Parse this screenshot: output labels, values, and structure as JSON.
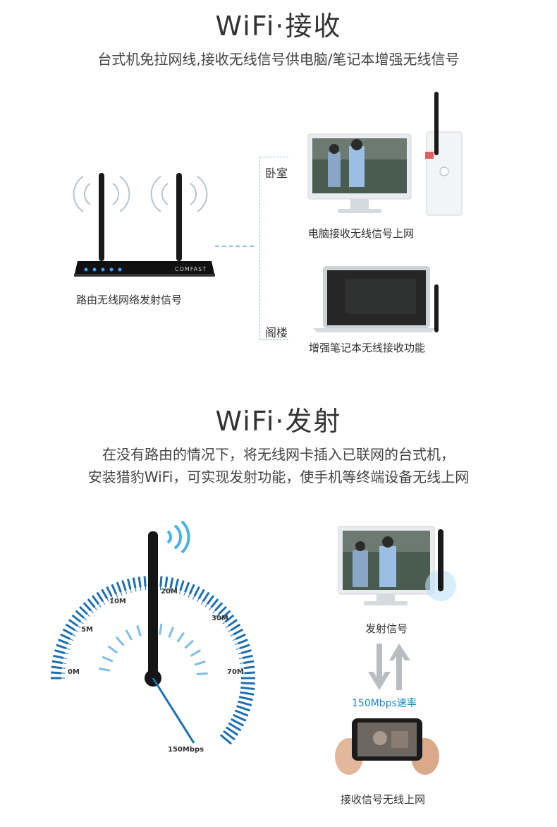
{
  "section1": {
    "title": "WiFi·接收",
    "subtitle": "台式机免拉网线,接收无线信号供电脑/笔记本增强无线信号",
    "router_caption": "路由无线网络发射信号",
    "router_brand": "COMFAST",
    "room1": "卧室",
    "room2": "阁楼",
    "pc_caption": "电脑接收无线信号上网",
    "laptop_caption": "增强笔记本无线接收功能"
  },
  "section2": {
    "title": "WiFi·发射",
    "line1": "在没有路由的情况下，将无线网卡插入已联网的台式机，",
    "line2": "安装猎豹WiFi，可实现发射功能，使手机等终端设备无线上网",
    "speed_labels": [
      "0M",
      "5M",
      "10M",
      "20M",
      "30M",
      "70M",
      "150Mbps"
    ],
    "tx_caption": "发射信号",
    "rate_caption": "150Mbps速率",
    "phone_caption": "接收信号无线上网"
  },
  "colors": {
    "accent": "#1a86c8",
    "dash": "#8cc4e6",
    "gauge": "#1e6fb0"
  }
}
